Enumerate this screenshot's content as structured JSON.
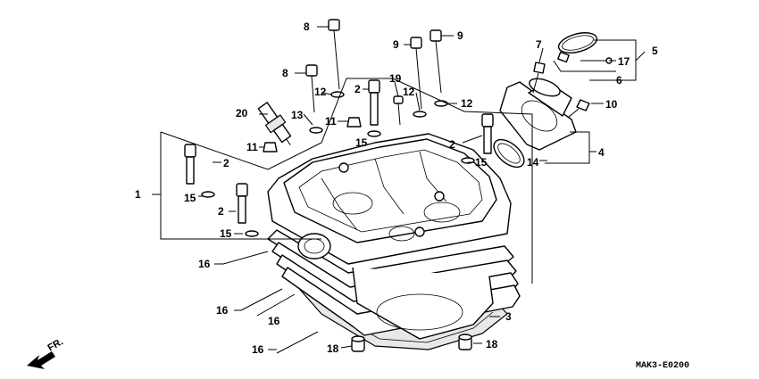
{
  "drawing_code": "MAK3-E0200",
  "direction_label": "FR.",
  "callouts": {
    "c1": "1",
    "c2a": "2",
    "c2b": "2",
    "c2c": "2",
    "c2d": "2",
    "c3": "3",
    "c4": "4",
    "c5": "5",
    "c6": "6",
    "c7": "7",
    "c8a": "8",
    "c8b": "8",
    "c9a": "9",
    "c9b": "9",
    "c10": "10",
    "c11a": "11",
    "c11b": "11",
    "c12a": "12",
    "c12b": "12",
    "c12c": "12",
    "c13": "13",
    "c14": "14",
    "c15a": "15",
    "c15b": "15",
    "c15c": "15",
    "c15d": "15",
    "c16a": "16",
    "c16b": "16",
    "c16c": "16",
    "c16d": "16",
    "c17": "17",
    "c18a": "18",
    "c18b": "18",
    "c19": "19",
    "c20": "20"
  }
}
